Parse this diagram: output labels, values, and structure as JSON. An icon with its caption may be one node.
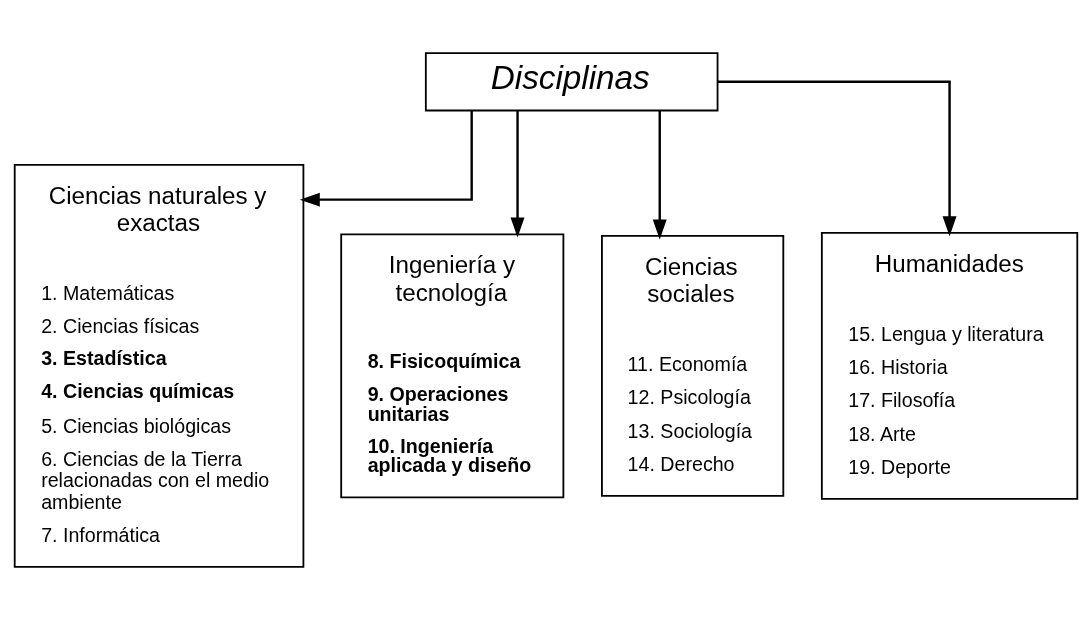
{
  "diagram": {
    "nodes": [
      {
        "text": [
          "Disciplinas"
        ]
      },
      {
        "text": [
          "Ciencias naturales y exactas",
          "1. Matemáticas",
          "2. Ciencias físicas",
          "**3. Estadística**",
          "**4. Ciencias químicas**",
          "5. Ciencias biológicas",
          "6. Ciencias de la Tierra relacionadas con el medio ambiente",
          "7. Informática"
        ]
      },
      {
        "text": [
          "Ingeniería y tecnología",
          "**8. Fisicoquímica**",
          "**9. Operaciones unitarias**",
          "**10. Ingeniería aplicada y diseño**"
        ]
      },
      {
        "text": [
          "Ciencias sociales",
          "11. Economía",
          "12. Psicología",
          "13. Sociología",
          "14. Derecho"
        ]
      },
      {
        "text": [
          "Humanidades",
          "15. Lengua y literatura",
          "16. Historia",
          "17. Filosofía",
          "18. Arte",
          "19. Deporte"
        ]
      }
    ],
    "edges": [
      {
        "from": 0,
        "to": 1,
        "arrow": "to"
      },
      {
        "from": 0,
        "to": 2,
        "arrow": "to"
      },
      {
        "from": 0,
        "to": 3,
        "arrow": "to"
      },
      {
        "from": 0,
        "to": 4,
        "arrow": "to"
      }
    ]
  }
}
